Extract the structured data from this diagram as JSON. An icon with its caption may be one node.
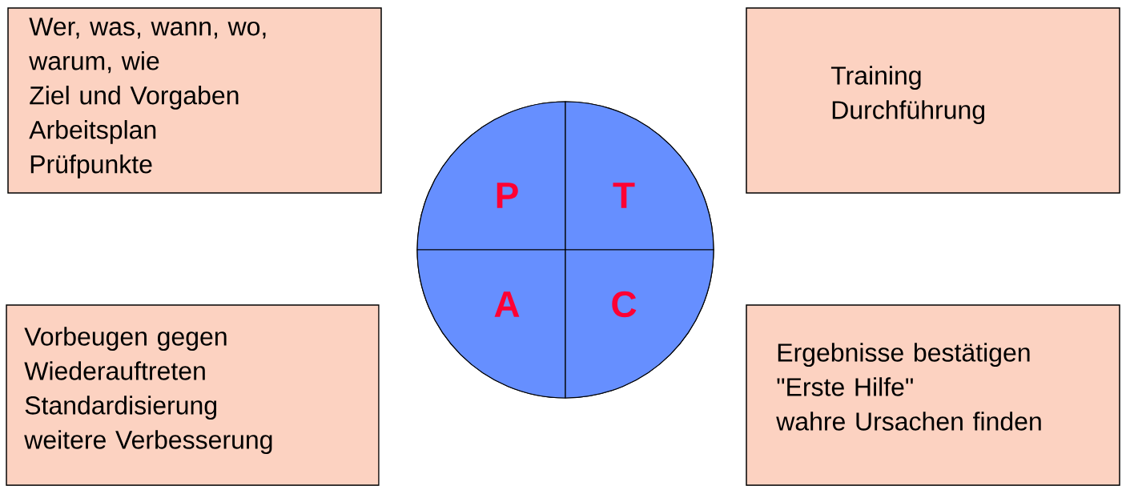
{
  "diagram": {
    "nodes": [
      {
        "text": [
          "Wer, was, wann, wo, warum, wie",
          "Ziel und Vorgaben",
          "Arbeitsplan",
          "Prüfpunkte"
        ]
      },
      {
        "text": [
          "Training",
          "Durchführung"
        ]
      },
      {
        "text": [],
        "shape": "circle"
      },
      {
        "text": [
          "P"
        ],
        "in": 2
      },
      {
        "text": [
          "T"
        ],
        "in": 2
      },
      {
        "text": [
          "A"
        ],
        "in": 2
      },
      {
        "text": [
          "C"
        ],
        "in": 2
      },
      {
        "text": [
          "Vorbeugen gegen Wiederauftreten",
          "Standardisierung",
          "weitere Verbesserung"
        ]
      },
      {
        "text": [
          "Ergebnisse bestätigen",
          "\"Erste Hilfe\"",
          "wahre Ursachen finden"
        ]
      }
    ]
  }
}
